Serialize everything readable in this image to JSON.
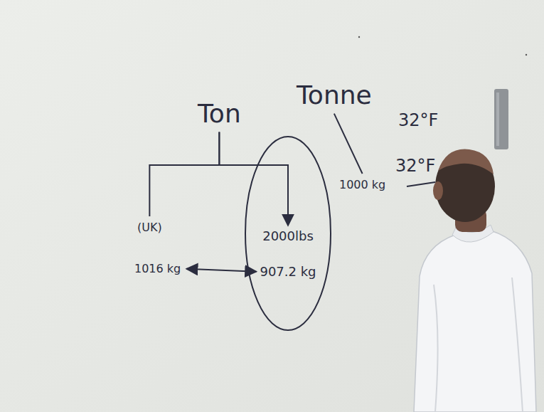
{
  "diagram": {
    "nodes": [
      {
        "text": [
          "Ton"
        ]
      },
      {
        "text": [
          "Tonne"
        ]
      },
      {
        "text": [
          "(UK)"
        ]
      },
      {
        "text": [
          "2000lbs",
          "907.2 kg"
        ]
      },
      {
        "text": [
          "1000 kg"
        ]
      },
      {
        "text": [
          "1016 kg"
        ]
      }
    ],
    "edges": [
      {
        "from": 0,
        "to": 2,
        "arrow": "none"
      },
      {
        "from": 0,
        "to": 3,
        "arrow": "to"
      },
      {
        "from": 5,
        "to": 3,
        "arrow": "both"
      },
      {
        "from": 1,
        "to": 4,
        "arrow": "none"
      }
    ],
    "labels": [
      "32°F",
      "32°F"
    ]
  }
}
